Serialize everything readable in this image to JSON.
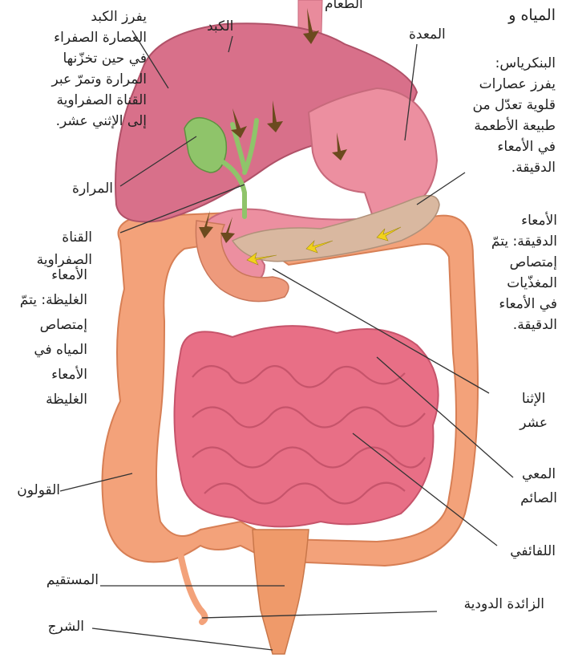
{
  "labels": {
    "food": "الطعام",
    "water_partial": "المياه و",
    "liver_bile": [
      "يفرز الكبد",
      "العصارة الصفراء",
      "في حين تخزّنها",
      "المرارة وتمرّ عبر",
      "القناة الصفراوية",
      "إلى الإثني عشر."
    ],
    "liver": "الكبد",
    "stomach": "المعدة",
    "pancreas": [
      "البنكرياس:",
      "يفرز عصارات",
      "قلوية تعدّل من",
      "طبيعة الأطعمة",
      "في الأمعاء",
      "الدقيقة."
    ],
    "gallbladder": "المرارة",
    "small_intestine_desc": [
      "الأمعاء",
      "الدقيقة: يتمّ",
      "إمتصاص",
      "المغذّيات",
      "في الأمعاء",
      "الدقيقة."
    ],
    "bile_duct": [
      "القناة",
      "الصفراوية"
    ],
    "large_intestine_desc": [
      "الأمعاء",
      "الغليظة: يتمّ",
      "إمتصاص",
      "المياه في",
      "الأمعاء",
      "الغليظة"
    ],
    "duodenum": [
      "الإثنا",
      "عشر"
    ],
    "jejunum": [
      "المعي",
      "الصائم"
    ],
    "colon": "القولون",
    "ileum": "اللفائفي",
    "rectum": "المستقيم",
    "appendix": "الزائدة الدودية",
    "anus": "الشرج"
  },
  "colors": {
    "liver": "#d8708a",
    "stomach": "#ec8fa0",
    "gallbladder": "#8fc46a",
    "pancreas": "#d9b8a0",
    "large_intestine": "#f3a27a",
    "small_intestine": "#e86f86",
    "rectum": "#ef9a6a",
    "arrow_brown": "#6b4a1e",
    "arrow_yellow": "#f2d21b"
  }
}
